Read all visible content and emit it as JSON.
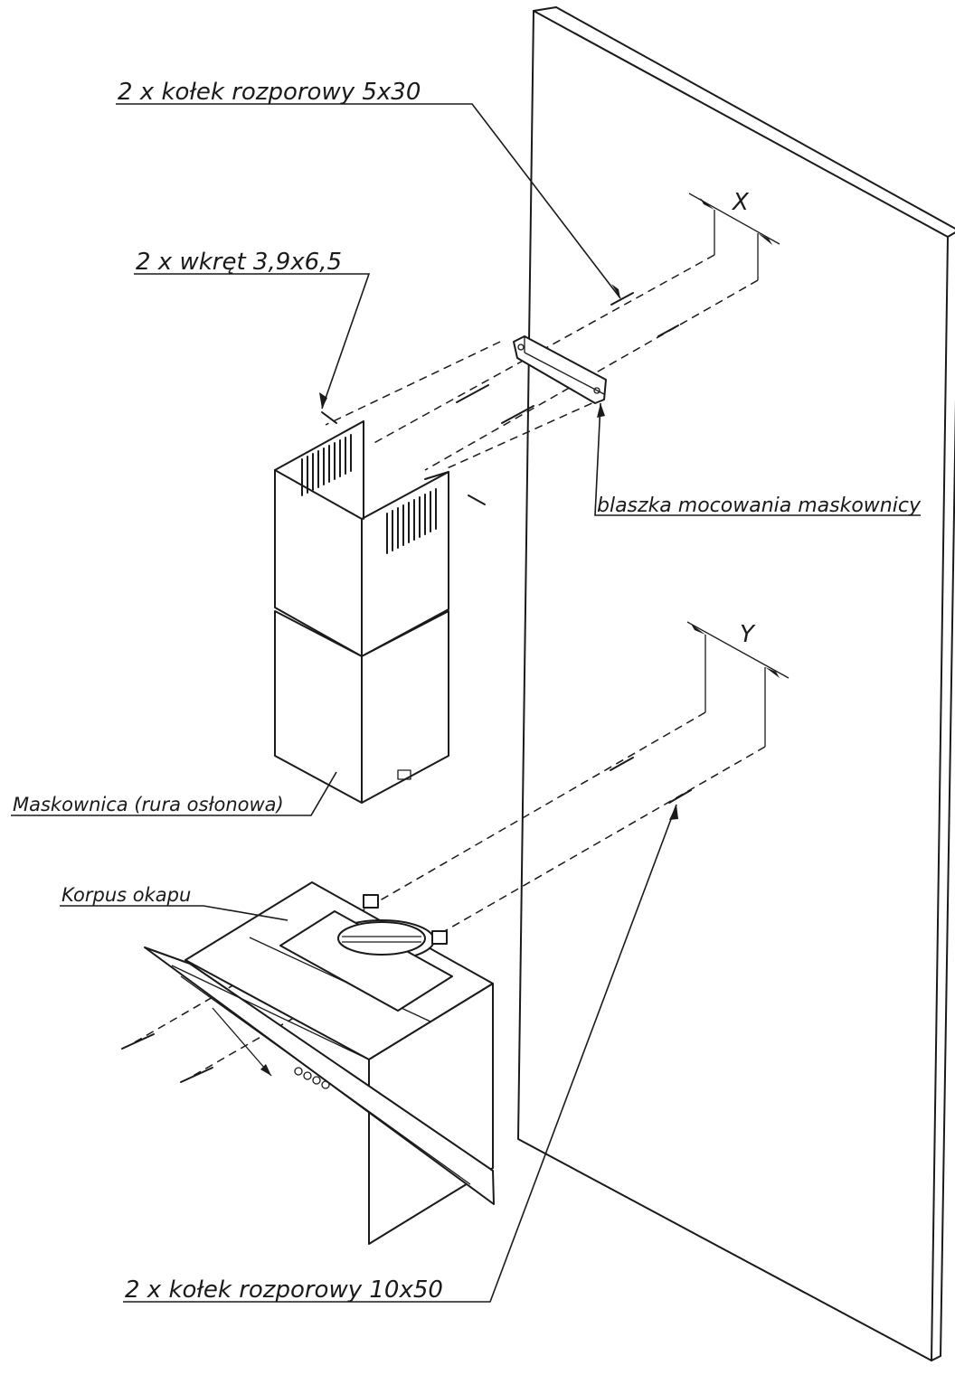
{
  "labels": {
    "dowels_small": "2 x kołek rozporowy 5x30",
    "screws": "2 x wkręt 3,9x6,5",
    "bracket": "blaszka mocowania maskownicy",
    "chimney_cover": "Maskownica (rura osłonowa)",
    "hood_body": "Korpus okapu",
    "dowels_large": "2 x kołek rozporowy 10x50"
  },
  "dimensions": {
    "upper_spacing": "X",
    "lower_spacing": "Y"
  }
}
